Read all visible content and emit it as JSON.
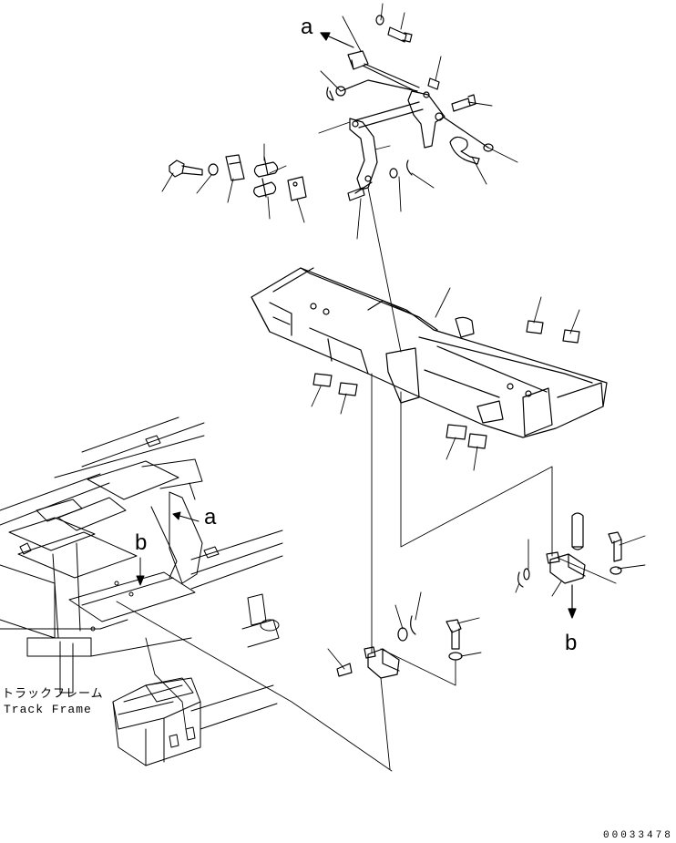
{
  "callouts": {
    "a_top": "a",
    "a_frame": "a",
    "b_frame": "b",
    "b_right": "b"
  },
  "frame_label": {
    "japanese": "トラックフレーム",
    "english": "Track Frame"
  },
  "drawing_number": "00033478",
  "colors": {
    "line": "#000000",
    "background": "#ffffff"
  }
}
